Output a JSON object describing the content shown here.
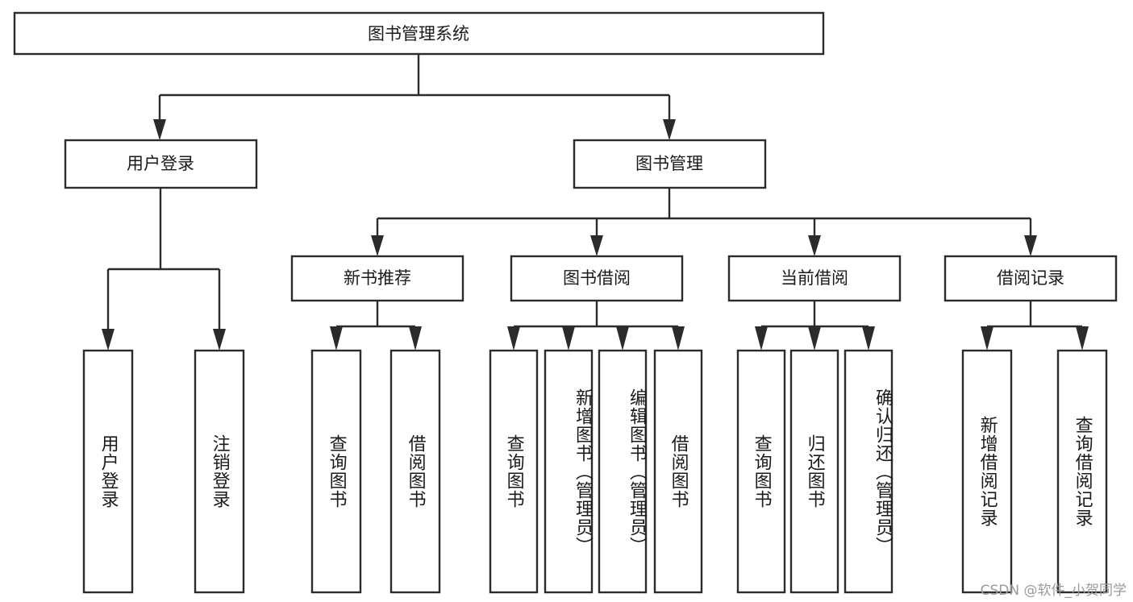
{
  "diagram": {
    "title": "图书管理系统",
    "type": "tree-hierarchy",
    "root": {
      "id": "root",
      "label": "图书管理系统",
      "orientation": "horizontal"
    },
    "level2": [
      {
        "id": "user-login",
        "label": "用户登录",
        "orientation": "horizontal"
      },
      {
        "id": "book-management",
        "label": "图书管理",
        "orientation": "horizontal"
      }
    ],
    "level3": [
      {
        "id": "new-book-recommend",
        "label": "新书推荐",
        "orientation": "horizontal",
        "parent": "book-management"
      },
      {
        "id": "book-borrow",
        "label": "图书借阅",
        "orientation": "horizontal",
        "parent": "book-management"
      },
      {
        "id": "current-borrow",
        "label": "当前借阅",
        "orientation": "horizontal",
        "parent": "book-management"
      },
      {
        "id": "borrow-record",
        "label": "借阅记录",
        "orientation": "horizontal",
        "parent": "book-management"
      }
    ],
    "leaves": [
      {
        "id": "leaf-user-login",
        "label": "用户登录",
        "orientation": "vertical",
        "parent": "user-login"
      },
      {
        "id": "leaf-logout",
        "label": "注销登录",
        "orientation": "vertical",
        "parent": "user-login"
      },
      {
        "id": "leaf-query-book-1",
        "label": "查询图书",
        "orientation": "vertical",
        "parent": "new-book-recommend"
      },
      {
        "id": "leaf-borrow-book-1",
        "label": "借阅图书",
        "orientation": "vertical",
        "parent": "new-book-recommend"
      },
      {
        "id": "leaf-query-book-2",
        "label": "查询图书",
        "orientation": "vertical",
        "parent": "book-borrow"
      },
      {
        "id": "leaf-add-book",
        "label": "新增图书（管理员）",
        "orientation": "vertical",
        "parent": "book-borrow"
      },
      {
        "id": "leaf-edit-book",
        "label": "编辑图书（管理员）",
        "orientation": "vertical",
        "parent": "book-borrow"
      },
      {
        "id": "leaf-borrow-book-2",
        "label": "借阅图书",
        "orientation": "vertical",
        "parent": "book-borrow"
      },
      {
        "id": "leaf-query-book-3",
        "label": "查询图书",
        "orientation": "vertical",
        "parent": "current-borrow"
      },
      {
        "id": "leaf-return-book",
        "label": "归还图书",
        "orientation": "vertical",
        "parent": "current-borrow"
      },
      {
        "id": "leaf-confirm-return",
        "label": "确认归还（管理员）",
        "orientation": "vertical",
        "parent": "current-borrow"
      },
      {
        "id": "leaf-add-record",
        "label": "新增借阅记录",
        "orientation": "vertical",
        "parent": "borrow-record"
      },
      {
        "id": "leaf-query-record",
        "label": "查询借阅记录",
        "orientation": "vertical",
        "parent": "borrow-record"
      }
    ],
    "colors": {
      "stroke": "#2b2b2b",
      "fill": "#ffffff",
      "text": "#1a1a1a",
      "watermark": "#9a9a9a"
    }
  },
  "watermark": {
    "text": "CSDN @软件_小贺同学"
  }
}
